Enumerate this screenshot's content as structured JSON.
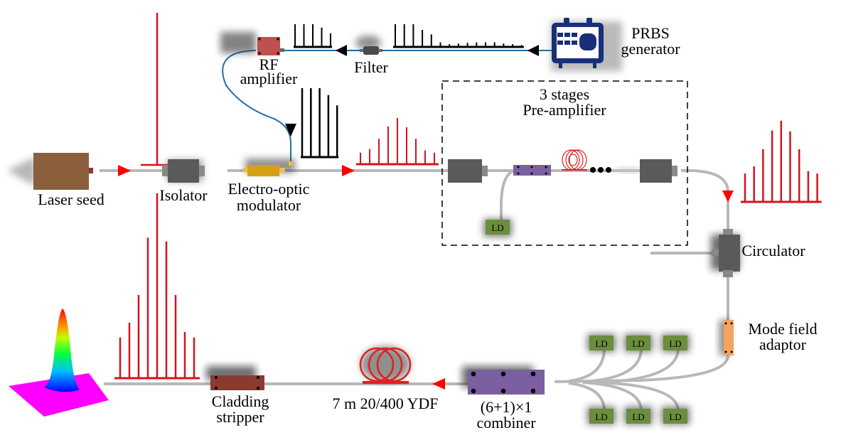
{
  "title": "High-power fiber amplifier experimental setup",
  "labels": {
    "laser_seed": "Laser seed",
    "isolator": "Isolator",
    "eom_line1": "Electro-optic",
    "eom_line2": "modulator",
    "rf_line1": "RF",
    "rf_line2": "amplifier",
    "filter": "Filter",
    "prbs_line1": "PRBS",
    "prbs_line2": "generator",
    "preamp_line1": "3 stages",
    "preamp_line2": "Pre-amplifier",
    "circulator": "Circulator",
    "mfa_line1": "Mode field",
    "mfa_line2": "adaptor",
    "combiner_line1": "(6+1)×1",
    "combiner_line2": "combiner",
    "ydf": "7 m 20/400 YDF",
    "cs_line1": "Cladding",
    "cs_line2": "stripper",
    "ld": "LD"
  },
  "colors": {
    "optical_fiber": "#b8b8b8",
    "rf_cable": "#1f6fa8",
    "optical_spectrum": "#d4141c",
    "rf_spectrum": "#000000",
    "arrow_optical": "#ff0000",
    "laser_seed": "#8b5e3c",
    "isolator": "#5a5a5a",
    "eom": "#d4a017",
    "rf_amp": "#c0504d",
    "combiner": "#7b5fa0",
    "ld": "#6b8e3c",
    "mfa": "#f4a460",
    "cladding_stripper": "#8b3a32",
    "prbs": "#1a2f7a"
  },
  "spectra": {
    "seed": [
      1.0
    ],
    "prbs_rf": [
      1.0,
      1.0,
      1.0,
      0.75,
      0.55,
      0.2,
      0.12,
      0.15,
      0.18,
      0.2,
      0.2,
      0.2,
      0.15,
      0.12,
      0.08
    ],
    "filtered_rf": [
      1.0,
      1.0,
      1.0,
      0.85,
      0.6
    ],
    "amplified_rf": [
      1.0,
      1.0,
      1.0,
      0.9,
      0.75
    ],
    "after_eom": [
      0.25,
      0.33,
      0.55,
      0.82,
      1.0,
      0.8,
      0.55,
      0.3,
      0.25
    ],
    "after_preamp": [
      0.35,
      0.44,
      0.65,
      0.88,
      1.0,
      0.87,
      0.65,
      0.38,
      0.35
    ],
    "output": [
      0.22,
      0.3,
      0.45,
      0.76,
      1.0,
      0.74,
      0.45,
      0.25,
      0.22
    ]
  },
  "ld_count_preamp": 1,
  "ld_count_main": 6
}
